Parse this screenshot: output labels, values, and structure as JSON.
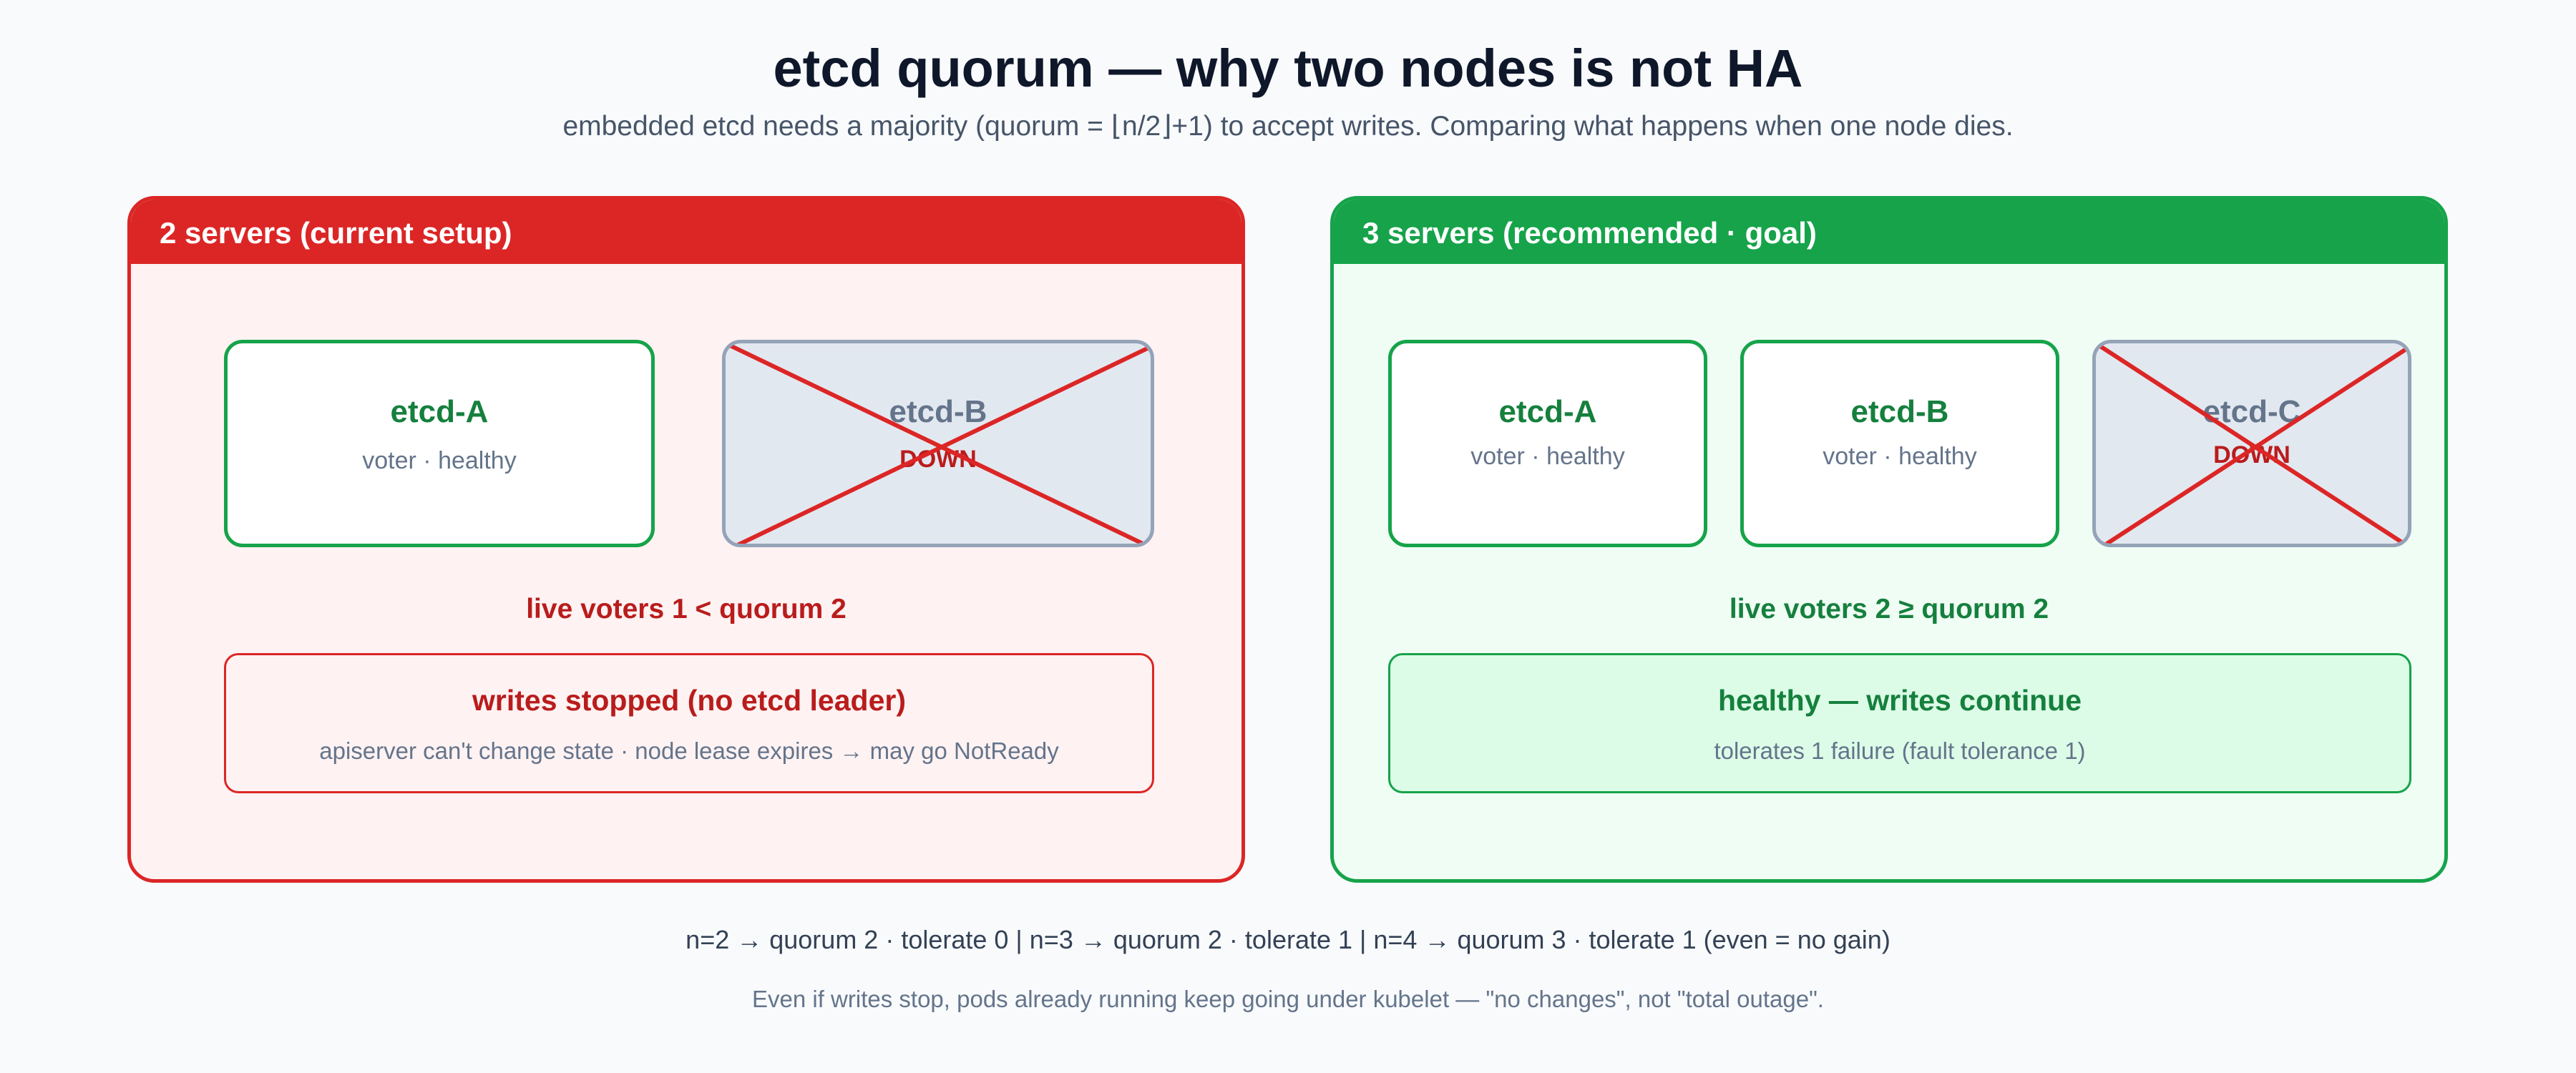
{
  "header": {
    "title": "etcd quorum — why two nodes is not HA",
    "subtitle": "embedded etcd needs a majority (quorum = ⌊n/2⌋+1) to accept writes. Comparing what happens when one node dies."
  },
  "panels": [
    {
      "title": "2 servers (current setup)",
      "nodes": [
        {
          "name": "etcd-A",
          "status": "voter · healthy",
          "state": "up"
        },
        {
          "name": "etcd-B",
          "status": "DOWN",
          "state": "down"
        }
      ],
      "voters_text": "live voters 1 < quorum 2",
      "result_title": "writes stopped (no etcd leader)",
      "result_detail": "apiserver can't change state · node lease expires → may go NotReady"
    },
    {
      "title": "3 servers (recommended · goal)",
      "nodes": [
        {
          "name": "etcd-A",
          "status": "voter · healthy",
          "state": "up"
        },
        {
          "name": "etcd-B",
          "status": "voter · healthy",
          "state": "up"
        },
        {
          "name": "etcd-C",
          "status": "DOWN",
          "state": "down"
        }
      ],
      "voters_text": "live voters 2 ≥ quorum 2",
      "result_title": "healthy — writes continue",
      "result_detail": "tolerates 1 failure (fault tolerance 1)"
    }
  ],
  "footer": {
    "table_line": "n=2 → quorum 2 · tolerate 0 | n=3 → quorum 2 · tolerate 1 | n=4 → quorum 3 · tolerate 1 (even = no gain)",
    "note": "Even if writes stop, pods already running keep going under kubelet — \"no changes\", not \"total outage\"."
  },
  "colors": {
    "bad": "#dc2626",
    "good": "#16a34a",
    "down_fill": "#e2e8f0",
    "cross": "#dc2626"
  }
}
